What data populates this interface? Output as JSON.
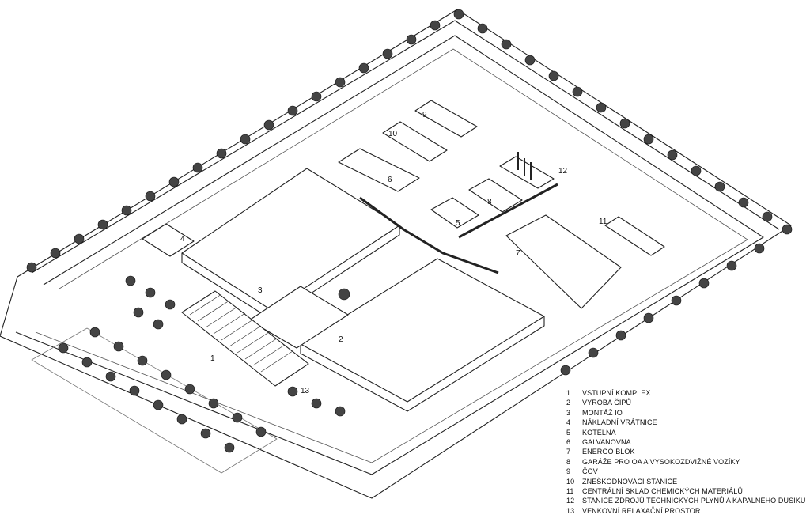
{
  "labels": {
    "vstupni_komplex": "1",
    "vyroba_cipu": "2",
    "montaz_io": "3",
    "nakladni_vratnice": "4",
    "kotelna": "5",
    "galvanovna": "6",
    "energo_blok": "7",
    "garaze": "8",
    "cov": "9",
    "zneskodnovaci_stanice": "10",
    "centralni_sklad": "11",
    "stanice_plynu": "12",
    "relaxacni_prostor": "13"
  },
  "legend": [
    {
      "number": "1",
      "label": "VSTUPNÍ KOMPLEX"
    },
    {
      "number": "2",
      "label": "VÝROBA ČIPŮ"
    },
    {
      "number": "3",
      "label": "MONTÁŽ IO"
    },
    {
      "number": "4",
      "label": "NÁKLADNÍ VRÁTNICE"
    },
    {
      "number": "5",
      "label": "KOTELNA"
    },
    {
      "number": "6",
      "label": "GALVANOVNA"
    },
    {
      "number": "7",
      "label": "ENERGO BLOK"
    },
    {
      "number": "8",
      "label": "GARÁŽE PRO OA A VYSOKOZDVIŽNÉ VOZÍKY"
    },
    {
      "number": "9",
      "label": "ČOV"
    },
    {
      "number": "10",
      "label": "ZNEŠKODŇOVACÍ STANICE"
    },
    {
      "number": "11",
      "label": "CENTRÁLNÍ SKLAD CHEMICKÝCH MATERIÁLŮ"
    },
    {
      "number": "12",
      "label": "STANICE ZDROJŮ TECHNICKÝCH PLYNŮ A KAPALNÉHO DUSÍKU"
    },
    {
      "number": "13",
      "label": "VENKOVNÍ RELAXAČNÍ PROSTOR"
    }
  ]
}
